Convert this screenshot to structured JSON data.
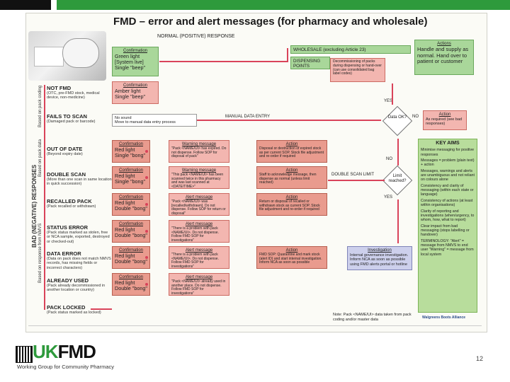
{
  "title": "FMD – error and alert messages (for pharmacy and wholesale)",
  "normal_response": "NORMAL (POSITIVE) RESPONSE",
  "side_labels": {
    "based_pack_coding": "Based on pack coding",
    "bad_responses": "BAD (NEGATIVE) RESPONSES",
    "based_pack_data": "Based on pack data",
    "based_nmvs": "Based on response from NMVS"
  },
  "confirm_green": {
    "hd": "Confirmation",
    "line1": "Green light",
    "line2": "[System live]",
    "line3": "Single \"beep\""
  },
  "confirm_amber": {
    "hd": "Confirmation",
    "line1": "Amber light",
    "line2": "Single \"beep\""
  },
  "not_fmd": {
    "label": "NOT FMD",
    "sub": "(OTC, pre-FMD stock, medical device, non-medicine)"
  },
  "fails_to_scan": {
    "label": "FAILS TO SCAN",
    "sub": "(Damaged pack or barcode)",
    "box1": "No sound",
    "box2": "Move to manual data entry process",
    "manual": "MANUAL DATA ENTRY"
  },
  "wholesale": "WHOLESALE (excluding Article 23)",
  "dispensing_points": "DISPENSING POINTS",
  "decommission_note": "Decommissioning of packs during dispensing or hand-over (can use consolidated bag label codes)",
  "actions_top": {
    "hd": "Actions",
    "text": "Handle and supply as normal. Hand over to patient or customer"
  },
  "yes1": "YES",
  "no1": "NO",
  "data_ok": "Data OK?",
  "action_required": {
    "hd": "Action",
    "text": "As required (see bad responses)"
  },
  "no2": "NO",
  "yes2": "YES",
  "double_scan_limit": "DOUBLE SCAN LIMIT",
  "limit_reached": "Limit reached?",
  "rows": [
    {
      "label": "OUT OF DATE",
      "sub": "(Beyond expiry date)",
      "conf_hd": "Confirmation",
      "conf1": "Red light",
      "conf2": "Single \"bong\"",
      "msg_hd": "Warning message",
      "msg": "\"Pack <NAME/UI> has expired. Do not dispense. Follow SOP for disposal of pack\"",
      "act_hd": "Action",
      "act": "Disposal or destruction of expired stock as per current SOP. Stock file adjustment and re-order if required"
    },
    {
      "label": "DOUBLE SCAN",
      "sub": "(More than one scan in same location in quick succession)",
      "conf_hd": "Confirmation",
      "conf1": "Red light",
      "conf2": "Single \"bong\"",
      "msg_hd": "Warning message",
      "msg": "\"This pack <NAME/UI> has been scanned twice in this pharmacy and was last scanned at <DATE/TIME>\"",
      "act_hd": "Action",
      "act": "Staff to acknowledge message, then dispense as normal (unless limit reached)"
    },
    {
      "label": "RECALLED PACK",
      "sub": "(Pack recalled or withdrawn)",
      "conf_hd": "Confirmation",
      "conf1": "Red light",
      "conf2": "Double \"bong\"",
      "msg_hd": "Alert message",
      "msg": "\"Pack <NAME/UI> was [recalled/withdrawn]. Do not dispense. Follow SOP for return or disposal\"",
      "act_hd": "Action",
      "act": "Return or disposal of recalled or withdrawn stock as current SOP. Stock file adjustment and re-order if required"
    },
    {
      "label": "STATUS ERROR",
      "sub": "(Pack status marked as stolen, free or NCA sample, exported, destroyed or checked-out)",
      "conf_hd": "Confirmation",
      "conf1": "Red light",
      "conf2": "Double \"bong\"",
      "msg_hd": "Alert message",
      "msg": "\"There is a problem with pack <NAME/UI>. Do not dispense. Follow FMD SOP for investigations\"",
      "act_hd": "",
      "act": ""
    },
    {
      "label": "DATA ERROR",
      "sub": "(Data on pack does not match NMVS records, has missing fields or incorrect characters)",
      "conf_hd": "Confirmation",
      "conf1": "Red light",
      "conf2": "Double \"bong\"",
      "msg_hd": "Alert message",
      "msg": "\"There is a problem with pack <NAME/UI>. Do not dispense. Follow FMD SOP for investigations\"",
      "act_hd": "Action",
      "act": "FMD SOP: Quarantine and mark stock (alert ID) and start internal investigation. Inform NCA as soon as possible"
    },
    {
      "label": "ALREADY USED",
      "sub": "(Pack already decommissioned in another location or country)",
      "conf_hd": "Confirmation",
      "conf1": "Red light",
      "conf2": "Double \"bong\"",
      "msg_hd": "Alert message",
      "msg": "\"Pack <NAME/UI> already used in another place. Do not dispense. Follow FMD SOP for investigations\"",
      "act_hd": "",
      "act": ""
    },
    {
      "label": "PACK LOCKED",
      "sub": "(Pack status marked as locked)",
      "conf_hd": "",
      "conf1": "",
      "conf2": "",
      "msg_hd": "",
      "msg": "",
      "act_hd": "",
      "act": ""
    }
  ],
  "investigation": {
    "hd": "Investigation",
    "text": "Internal governance investigation. Inform NCA as soon as possible using FMD alerts portal or hotline"
  },
  "key_aims": {
    "hd": "KEY AIMS",
    "items": [
      "Minimise messaging for positive responses",
      "Messages = problem (plain text) + action",
      "Messages, warnings and alerts are unambiguous and not reliant on colours alone",
      "Consistency and clarity of messaging (within each state or language)",
      "Consistency of actions (at least within organisations)",
      "Clarity of reporting and investigations (when/urgency, to whom, how, what to report)",
      "Clear impact from bad messaging (stops labelling or handover)",
      "TERMINOLOGY: \"Alert\" = message from NMVS to end user \"Warning\" = message from local system"
    ]
  },
  "note": "Note: Pack <NAME/UI> data taken from pack coding and/or master data",
  "walgreens": "Walgreens Boots Alliance",
  "logo": {
    "uk": "UK",
    "fmd": "FMD",
    "tagline": "Working Group for Community Pharmacy"
  },
  "page_number": "12",
  "colors": {
    "accent_red": "#d9435a",
    "green": "#2e9a3c",
    "confirm_green": "#a9d79a",
    "pink": "#f3b6b0",
    "lilac": "#cdd0ec"
  }
}
